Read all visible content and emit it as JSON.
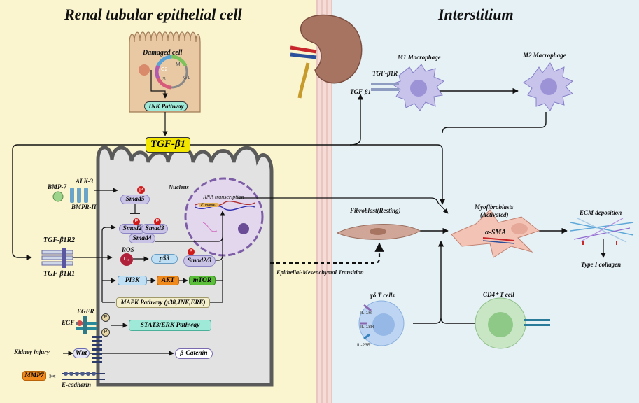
{
  "panels": {
    "left_title": "Renal tubular epithelial cell",
    "right_title": "Interstitium"
  },
  "damaged_cell": {
    "label": "Damaged cell",
    "cycle_phases": [
      "M",
      "G2",
      "S",
      "G1"
    ],
    "jnk": "JNK Pathway"
  },
  "tgf_b1": "TGF-β1",
  "nucleus": {
    "label": "Nucleus",
    "rna": "RNA transcription",
    "promoter": "Promoter"
  },
  "bmp": {
    "ligand": "BMP-7",
    "alk3": "ALK-3",
    "bmpr2": "BMPR-II",
    "smad5": "Smad5"
  },
  "smads": {
    "smad2": "Smad2",
    "smad3": "Smad3",
    "smad4": "Smad4",
    "p_label": "P"
  },
  "receptors": {
    "r2": "TGF-β1R2",
    "r1": "TGF-β1R1"
  },
  "ros": {
    "label": "ROS",
    "o2": "O₂",
    "p53": "p53",
    "smad23": "Smad2/3"
  },
  "pi3k": {
    "pi3k": "PI3K",
    "akt": "AKT",
    "mtor": "mTOR"
  },
  "mapk": "MAPK Pathway (p38,JNK,ERK)",
  "egfr": {
    "receptor": "EGFR",
    "ligand": "EGF",
    "stat3": "STAT3/ERK  Pathway"
  },
  "wnt": {
    "injury": "Kidney injury",
    "wnt": "Wnt",
    "catenin": "β-Catenin",
    "mmp7": "MMP7",
    "ecad": "E-cadherin"
  },
  "interstitium": {
    "m1": "M1  Macrophage",
    "m2": "M2  Macrophage",
    "tgfr": "TGF-β1R",
    "tgf": "TGF-β1",
    "fibroblast": "Fibroblast(Resting)",
    "emt": "Epithelial-Mesenchymal Transition",
    "myo_line1": "Myofibroblasts",
    "myo_line2": "(Activated)",
    "asma": "α-SMA",
    "ecm": "ECM deposition",
    "collagen": "Type I collagen",
    "gd_t": "γδ T cells",
    "il1r": "IL-1R",
    "il18r": "IL-18R",
    "il23r": "IL-23R",
    "cd4": "CD4⁺ T cell"
  },
  "colors": {
    "left_bg": "#faf4cf",
    "right_bg": "#e6f1f6",
    "cell_bg": "#e2e2e2",
    "tgf_yellow": "#f2e600",
    "pathway_green": "#9fe9d8",
    "pathway_blue": "#bfe0f4",
    "akt_orange": "#f08a1c",
    "mtor_green": "#5cbf3c",
    "smad_purple": "#c9c4e6",
    "phospho_red": "#d11a1a"
  }
}
